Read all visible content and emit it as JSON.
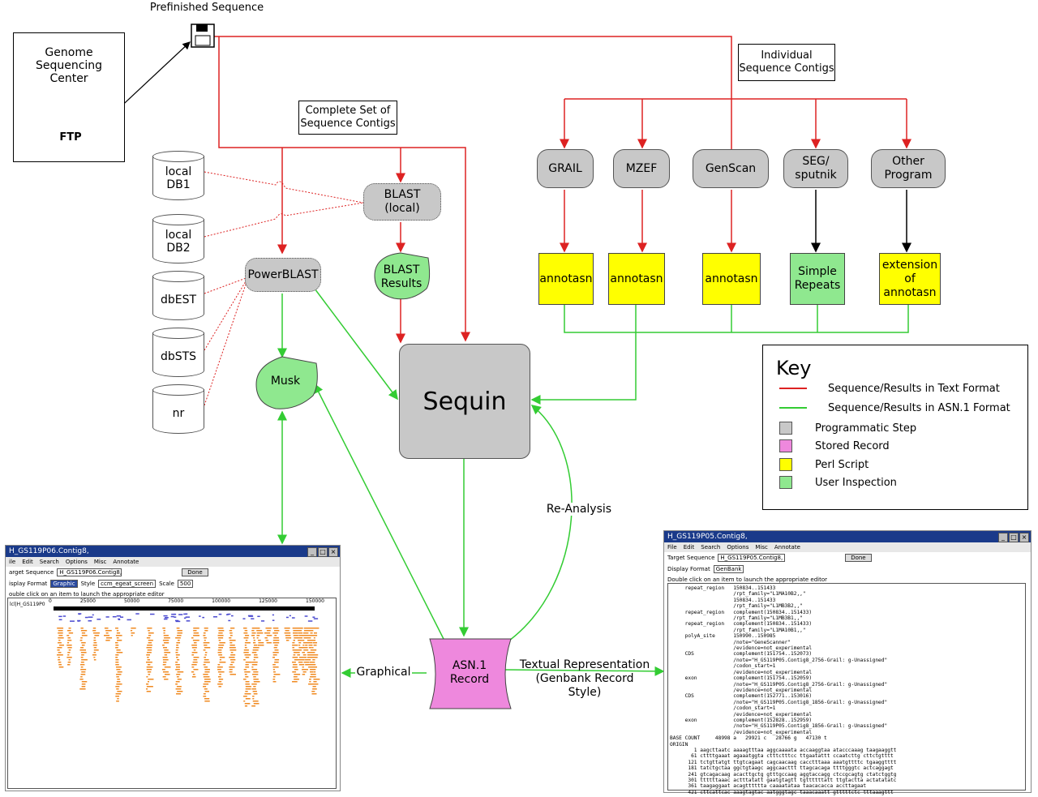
{
  "labels": {
    "prefinished": "Prefinished Sequence",
    "genome_center": "Genome\nSequencing\nCenter",
    "ftp": "FTP",
    "complete_set": "Complete Set of\nSequence Contigs",
    "individual": "Individual\nSequence Contigs",
    "re_analysis": "Re-Analysis",
    "graphical": "Graphical",
    "textual": "Textual Representation\n(Genbank Record Style)"
  },
  "databases": [
    "local\nDB1",
    "local\nDB2",
    "dbEST",
    "dbSTS",
    "nr"
  ],
  "nodes": {
    "blast_local": "BLAST\n(local)",
    "powerblast": "PowerBLAST",
    "blast_results": "BLAST\nResults",
    "musk": "Musk",
    "sequin": "Sequin",
    "asn1": "ASN.1\nRecord"
  },
  "programs": [
    "GRAIL",
    "MZEF",
    "GenScan",
    "SEG/\nsputnik",
    "Other\nProgram"
  ],
  "outputs": [
    "annotasn",
    "annotasn",
    "annotasn",
    "Simple\nRepeats",
    "extension\nof\nannotasn"
  ],
  "key": {
    "title": "Key",
    "text_format": "Sequence/Results in Text Format",
    "asn_format": "Sequence/Results  in ASN.1 Format",
    "programmatic": "Programmatic Step",
    "stored": "Stored Record",
    "perl": "Perl Script",
    "user": "User Inspection"
  },
  "colors": {
    "red": "#dd2222",
    "green": "#33cc33",
    "gray": "#c8c8c8",
    "pink": "#ee88dd",
    "yellow": "#ffff00",
    "light_green": "#8fe88f"
  },
  "win_left": {
    "title": "H_GS119P06.Contig8,",
    "menu": [
      "ile",
      "Edit",
      "Search",
      "Options",
      "Misc",
      "Annotate"
    ],
    "target_label": "arget Sequence",
    "target_value": "H_GS119P06.Contig8,",
    "done": "Done",
    "display_label": "isplay Format",
    "display_value": "Graphic",
    "style_label": "Style",
    "style_value": "ccm_egeat_screen",
    "scale_label": "Scale",
    "scale_value": "500",
    "hint": "ouble click on an item to launch the appropriate editor",
    "track": "lcl|H_GS119P0",
    "ticks": [
      "0",
      "25000",
      "50000",
      "75000",
      "100000",
      "125000",
      "150000"
    ]
  },
  "win_right": {
    "title": "H_GS119P05.Contig8,",
    "menu": [
      "File",
      "Edit",
      "Search",
      "Options",
      "Misc",
      "Annotate"
    ],
    "target_label": "Target Sequence",
    "target_value": "H_GS119P05.Contig8,",
    "done": "Done",
    "display_label": "Display Format",
    "display_value": "GenBank",
    "hint": "Double click on an item to launch the appropriate editor",
    "record": "     repeat_region   150834..151433\n                     /rpt_family=\"L1MA10B2,,\"\n                     150834..151433\n                     /rpt_family=\"L1MB3B2,,\"\n     repeat_region   complement(150834..151433)\n                     /rpt_family=\"L1MB3B1,,\"\n     repeat_region   complement(150834..151433)\n                     /rpt_family=\"L1MA10B1,,\"\n     polyA_site      150990..150985\n                     /note=\"GeneScanner\"\n                     /evidence=not_experimental\n     CDS             complement(151754..152073)\n                     /note=\"H_GS119P05.Contig8_2756-Grail: g-Unassigned\"\n                     /codon_start=1\n                     /evidence=not_experimental\n     exon            complement(151754..152059)\n                     /note=\"H_GS119P05.Contig8_2756-Grail: g-Unassigned\"\n                     /evidence=not_experimental\n     CDS             complement(152771..153016)\n                     /note=\"H_GS119P05.Contig8_1856-Grail: g-Unassigned\"\n                     /codon_start=1\n                     /evidence=not_experimental\n     exon            complement(152828..152959)\n                     /note=\"H_GS119P05.Contig8_1856-Grail: g-Unassigned\"\n                     /evidence=not_experimental\nBASE COUNT     48998 a   29921 c   28766 g   47130 t\nORIGIN\n        1 aagcttaatc aaaagtttaa aggcaaaata accaaggtaa atacccaaag taagaaggtt\n       61 cttttgaaat agaaatggta ctttctttcc ttgaatattt ccaatcttg cttctgtttt\n      121 tctgttatgt ttgtcagaat cagcaacaag cacctttaaa aaatgttttc tgaaggtttt\n      181 tatctgctaa ggctgtaagc aggcaacttt ttagcacaga ttttgggtc actcaggagt\n      241 gtcagacaag acacttgctg gtttgccaag aggtaccagg ctccgcagtg ctatctggtg\n      301 ttttttaaac actttatatt gaatgtagtt tgttttttatt ttgtactta actatatatc\n      361 taagaggaat acagtttttta caaaatataa taacacacca accttagaat\n      421 cttcattcac aaagtagtac aatgggtagc taaacaaatt gtttttctc tttaaagttt"
  }
}
